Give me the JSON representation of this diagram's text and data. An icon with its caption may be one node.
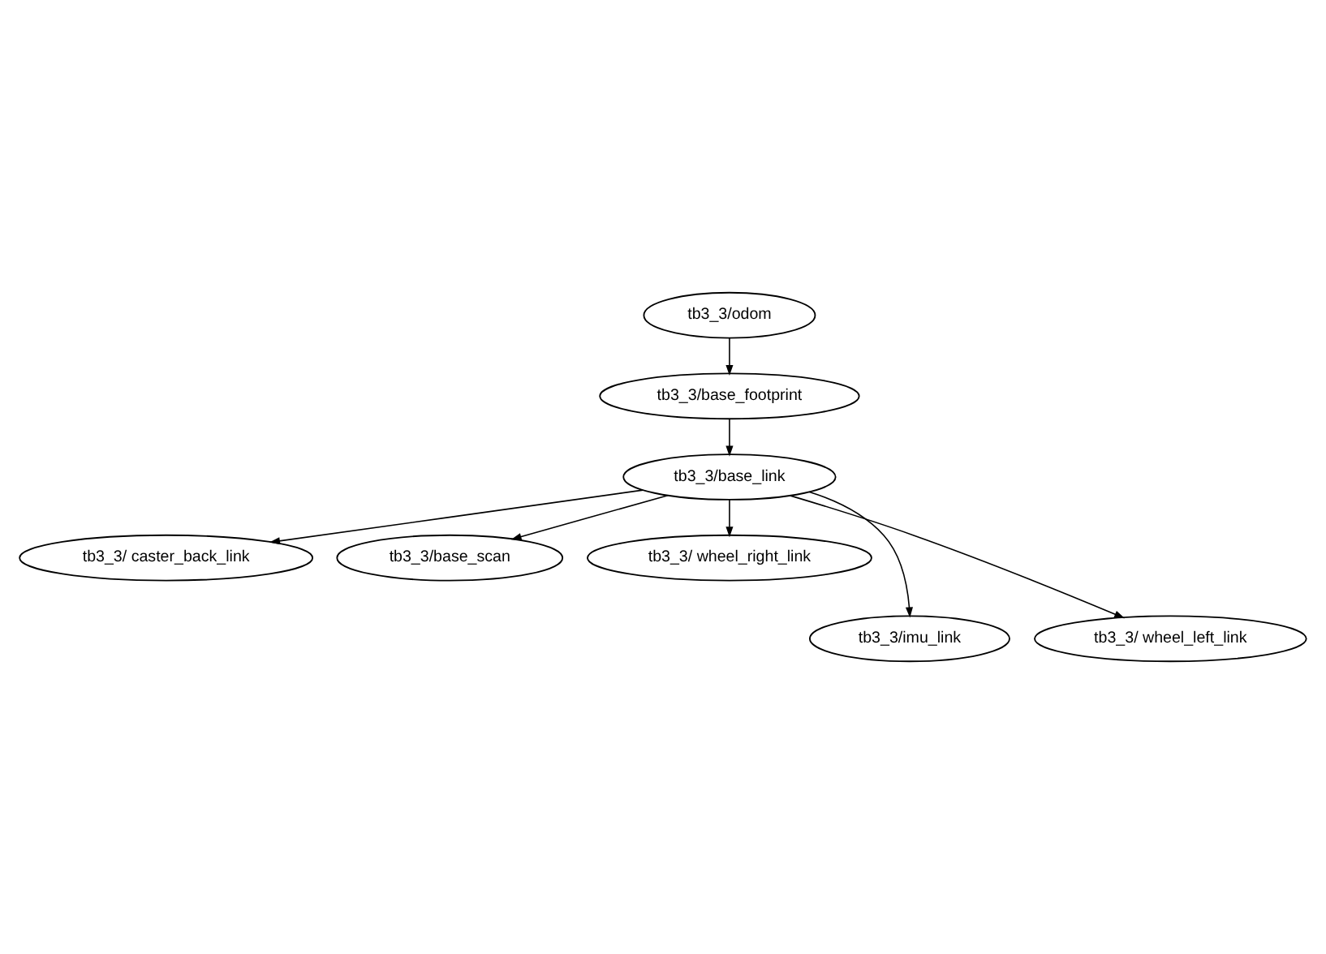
{
  "diagram": {
    "nodes": [
      {
        "text": [
          "tb3_3/odom"
        ]
      },
      {
        "text": [
          "tb3_3/base_footprint"
        ]
      },
      {
        "text": [
          "tb3_3/base_link"
        ]
      },
      {
        "text": [
          "tb3_3/ caster_back_link"
        ]
      },
      {
        "text": [
          "tb3_3/base_scan"
        ]
      },
      {
        "text": [
          "tb3_3/ wheel_right_link"
        ]
      },
      {
        "text": [
          "tb3_3/imu_link"
        ]
      },
      {
        "text": [
          "tb3_3/ wheel_left_link"
        ]
      }
    ],
    "edges": [
      {
        "from": 0,
        "to": 1,
        "arrow": "to"
      },
      {
        "from": 1,
        "to": 2,
        "arrow": "to"
      },
      {
        "from": 2,
        "to": 3,
        "arrow": "to"
      },
      {
        "from": 2,
        "to": 6,
        "arrow": "to"
      },
      {
        "from": 2,
        "to": 4,
        "arrow": "to"
      },
      {
        "from": 2,
        "to": 7,
        "arrow": "to"
      },
      {
        "from": 2,
        "to": 5,
        "arrow": "to"
      }
    ]
  }
}
